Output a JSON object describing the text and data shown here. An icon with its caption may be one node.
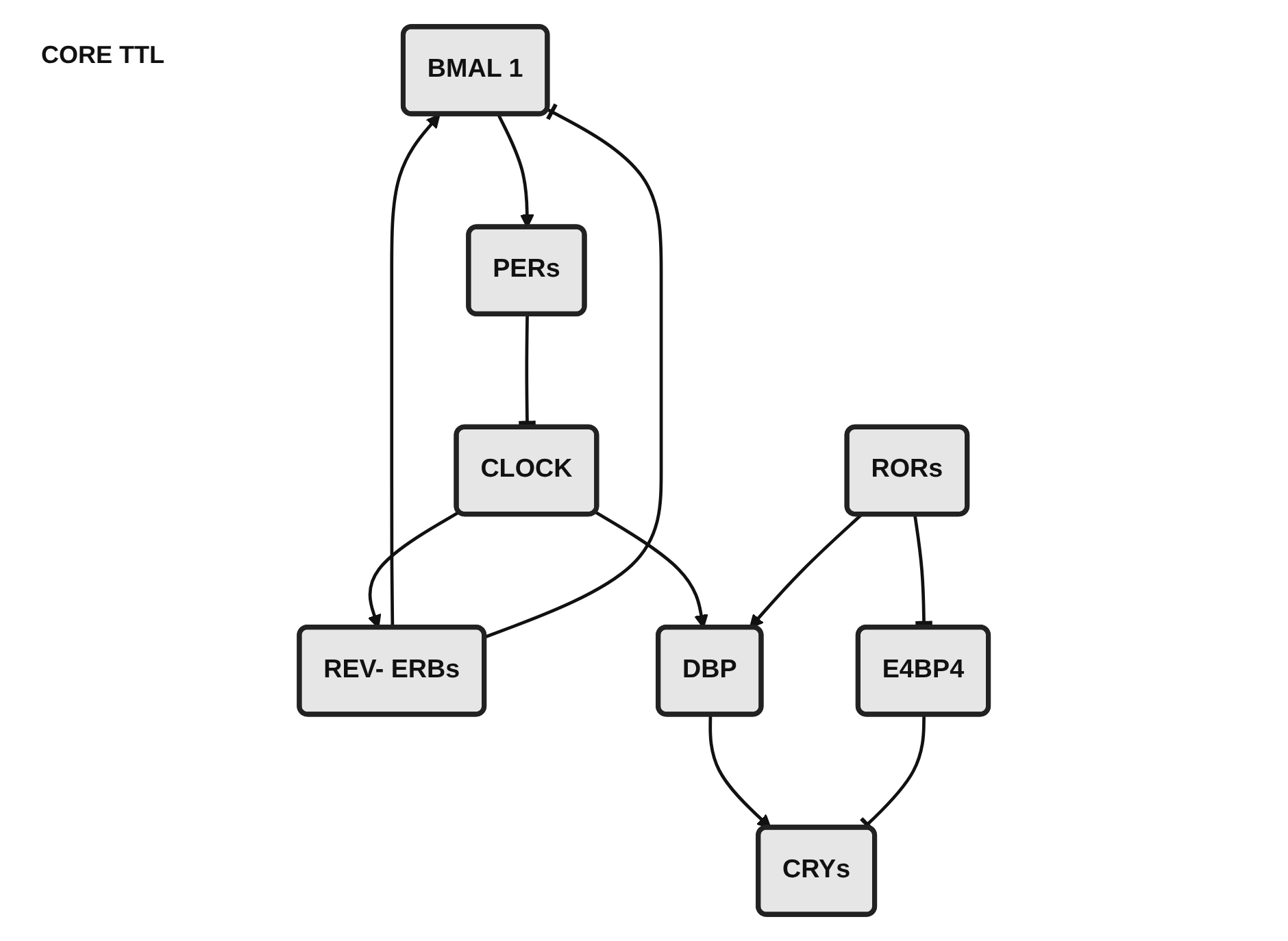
{
  "diagram": {
    "nodes": [
      {
        "text": [
          "BMAL 1"
        ]
      },
      {
        "text": [
          "CLOCK"
        ]
      },
      {
        "text": [
          "PERs"
        ]
      },
      {
        "text": [
          "CRYs"
        ]
      },
      {
        "text": [
          "REV- ERBs"
        ]
      },
      {
        "text": [
          "RORs"
        ]
      },
      {
        "text": [
          "DBP"
        ]
      },
      {
        "text": [
          "E4BP4"
        ]
      }
    ],
    "edges": [
      {
        "from": 0,
        "to": 2,
        "arrow": "to"
      },
      {
        "from": 2,
        "to": 1,
        "arrow": "other"
      },
      {
        "from": 1,
        "to": 6,
        "arrow": "to"
      },
      {
        "from": 1,
        "to": 4,
        "arrow": "to"
      },
      {
        "from": 4,
        "to": 0,
        "arrow": "to"
      },
      {
        "from": 4,
        "to": 0,
        "arrow": "other"
      },
      {
        "from": 5,
        "to": 6,
        "arrow": "to"
      },
      {
        "from": 5,
        "to": 7,
        "arrow": "other"
      },
      {
        "from": 6,
        "to": 3,
        "arrow": "to"
      },
      {
        "from": 7,
        "to": 3,
        "arrow": "other"
      }
    ],
    "labels": [
      "CORE TTL"
    ]
  }
}
